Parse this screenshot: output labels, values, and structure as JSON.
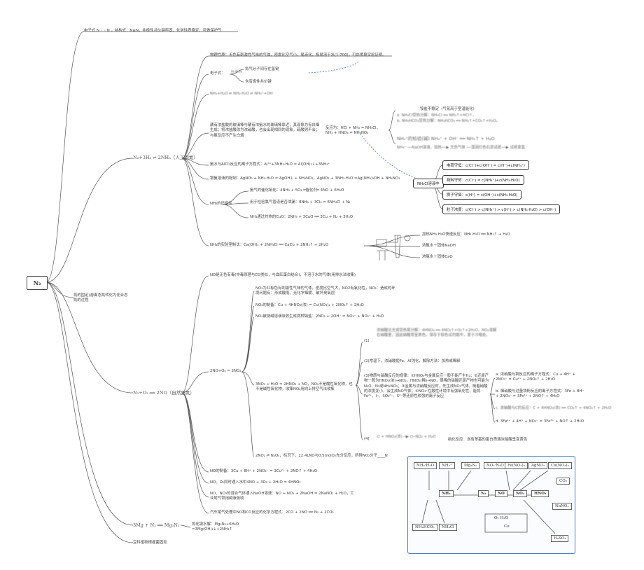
{
  "root": {
    "label": "N₂"
  },
  "top_branch": "电子式 N⋮⋮N ，结构式：N≡N，非极性共价键牢固，化学性质稳定，可做保护气",
  "info_node": "氮的固定(游离态氮转化为化合态氮的过程",
  "nh3_header": "N₂+3H₂ ⇌ 2NH₃（人工固氮）",
  "nh3": {
    "physical": "物理性质：无色有刺激性气味的气体，密度比空气小，易液化，极易溶于水(1:700)，可由喷泉实验证明。",
    "electron_label": "电子式：",
    "bond1": "氮气分子间存在氢键",
    "bond2": "含有极性共价键",
    "water_eq": "NH₃+H₂O ⇌ NH₃·H₂O ⇌ NH₄⁺+OH⁻",
    "hcl_note": "蘸有浓盐酸的玻璃棒与蘸有浓氨水的玻璃棒靠近，其现象为有白烟生成；将浓盐酸改为浓硝酸，也会出现相同的现象，硫酸则不会；与氨反应不产生白烟",
    "react": "反应为：HCl + NH₃ = NH₄Cl，NH₃ + HNO₃ = NH₄NO₃",
    "ammonium_title": "铵盐不稳定（气氛高于室温能化）",
    "ammonium_a": "a. NH₄Cl受热分解：NH₄Cl ══ NH₃↑+HCl↑，",
    "ammonium_b": "b. NH₄HCO₃受热分解：NH₄HCO₃ ══ NH₃↑+CO₂↑+H₂O。",
    "ammonium_c": "NH₄⁺的检验(碱) NH₄⁺ + OH⁻ ══ NH₃↑ + H₂O",
    "ammonium_d": "NH₄⁺ ──NaOH溶液、加热──▶ 无色气体 ──湿润红色石蕊试纸──▶ 试纸变蓝",
    "alcl3": "氨水与AlCl₃反应的离子方程式：Al³⁺+3NH₃·H₂O = Al(OH)₃↓+3NH₄⁺",
    "agno3": "银氨溶液的配制：AgNO₃ + NH₃·H₂O = AgOH↓ + NH₄NO₃，AgNO₃ + 3NH₃·H₂O =Ag(NH₃)₂OH + NH₄NO₃",
    "reduce_label": "NH₃的还原性",
    "reduce1": "氨气的催化氧化：4NH₃ + 5O₂ ═催化剂═ 4NO + 6H₂O",
    "reduce2": "用于检验氯气管道是否泄漏：8NH₃ + 3Cl₂ = 6NH₄Cl + N₂",
    "reduce3": "NH₃通过灼热的CuO：2NH₃ + 3CuO ══ 3Cu + N₂ + 3H₂O",
    "lab": "NH₃的实验室制法：Ca(OH)₂ + 2NH₄Cl ══ CaCl₂ + 2NH₃↑ + 2H₂O",
    "lab_alt1": "加热NH₃·H₂O快速反应：NH₃·H₂O ══ NH₃↑ + H₂O",
    "lab_alt2": "浓氨水＋固体NaOH",
    "lab_alt3": "浓氨水＋固体CaO",
    "nh4cl_node": "NH₄Cl溶液中",
    "nh4cl_1": "电荷守恒：c(Cl⁻)+c(OH⁻) = c(H⁺)+c(NH₄⁺)",
    "nh4cl_2": "物料守恒：c(Cl⁻) = c(NH₄⁺)+c(NH₃·H₂O)",
    "nh4cl_3": "质子守恒：c(H⁺) = c(OH⁻)+c(NH₃·H₂O)",
    "nh4cl_4": "粒子浓度：c(Cl⁻) > c(NH₄⁺) > c(H⁺) > c(NH₃·H₂O) > c(OH⁻)"
  },
  "no_header": "N₂+O₂ ══ 2NO（自然固氮）",
  "no": {
    "desc": "NO是无色有毒(中毒原理与CO类似，与血红蛋白结合)，不溶于水的气体(用排水法收集)",
    "no_eq": "2NO+O₂ = 2NO₂",
    "no2_desc": "NO₂为红棕色有刺激性气味的气体，密度比空气大，NO2有氧化性，NO₂：造成的环境问题有：形成酸雨、光化学烟雾、破坏臭氧层",
    "no2_make": "NO₂的制备：Cu + 4HNO₃(浓) = Cu(NO₃)₂ + 2NO₂↑ + 2H₂O",
    "no2_naoh": "NO₂被烧碱溶液吸收生成两种钠盐：2NO₂ + 2OH⁻ = NO₃⁻ + NO₂⁻ + H₂O",
    "no2_water": "3NO₂ + H₂O = 2HNO₃ + NO，NO₂不是酸性氧化物，也不是碱性氧化物，收集NO₂用向上排空气法收集",
    "hno3_1_label": "(1)",
    "hno3_1": "浓硝酸见光或受热易分解：4HNO₃ ══ 4NO₂↑+O₂↑+2H₂O，NO₂溶解在硝酸里，因此硝酸常呈黄色，保存于棕色试剂瓶中，置于冷暗处。",
    "hno3_2": "(2)常温下，浓硝酸使Fe、Al钝化，解除方法：加热或稀释",
    "hno3_3": "(3)物质与硝酸反应的规律：①HNO₃与金属反应一般不能产生H₂；②还原产物一般为HNO₃(浓)→NO₂，HNO₃(稀)→NO，很稀的硝酸还原产物也可能为N₂O、N₂或NH₄NO₃；③金属与浓硝酸反应时，先生成NO₂气体，随着硝酸的浓度变小，会生成NO气体；④NO₃⁻在酸性环境中有强氧化性，能将Fe²⁺、I⁻、SO₃²⁻、S²⁻等还原性较强的离子反应",
    "hno3_4_label": "(4)",
    "hno3_4": "硝化反应：含有苯基的蛋白质遇浓硝酸呈变黄色",
    "rxn_a": "a. 浓硝酸与铜反应的离子方程式：Cu + 4H⁺ + 2NO₃⁻ = Cu²⁺ + 2NO₂↑ + 2H₂O",
    "rxn_b": "b. 稀硝酸与过量铁粉反应的离子方程式：3Fe + 8H⁺ + 2NO₃⁻ = 3Fe²⁺ + 2NO↑ + 4H₂O",
    "rxn_c": "c. 浓硝酸与C的反应：C + 4HNO₃(浓) ══ CO₂↑ + 4NO₂↑ + 2H₂O",
    "rxn_d": "d. 3Fe²⁺ + 4H⁺ + NO₃⁻ = 3Fe³⁺ + NO↑ + 2H₂O",
    "n2o4": "2NO₂ ⇌ N₂O₄，标况下，22.4LNO与0.5molO₂充分反应，所得NO₂分子____N",
    "no_prep": "NO的制备：3Cu + 8H⁺ + 2NO₃⁻ = 3Cu²⁺ + 2NO↑ + 4H₂O",
    "no_o2": "NO、O₂同时通入水中4NO + 3O₂ + 2H₂O = 4HNO₃",
    "naoh_mix": "NO、NO₂的混合气体通入NaOH溶液：NO + NO₂ + 2NaOH = 2NaNO₂ + H₂O，工业尾气常用碱液吸收",
    "car": "汽车尾气处理中NO和CO反应的化学方程式：2CO + 2NO ══ N₂ + 2CO₂"
  },
  "mg_header": "3Mg + N₂ ══ Mg₃N₂",
  "mg_desc": "氮化镁水解：Mg₃N₂+6H₂O =3Mg(OH)₂↓+2NH₃↑",
  "bio": "豆科植物根瘤菌固氮",
  "chart": {
    "boxes": [
      "NH₄·H₂O",
      "NH₄⁺",
      "Mg₃N₂",
      "NO₂·N₂O",
      "Fe(NO₃)₃",
      "AgNO₃",
      "Cu(NO₃)₂",
      "NH₃",
      "N₂",
      "NO",
      "NO₂",
      "HNO₃",
      "CO₂",
      "NaNO₃",
      "NH₄HCO₃",
      "NH₄Cl",
      "H₂SO₄",
      "O₂ H₂O",
      "Cu"
    ]
  }
}
